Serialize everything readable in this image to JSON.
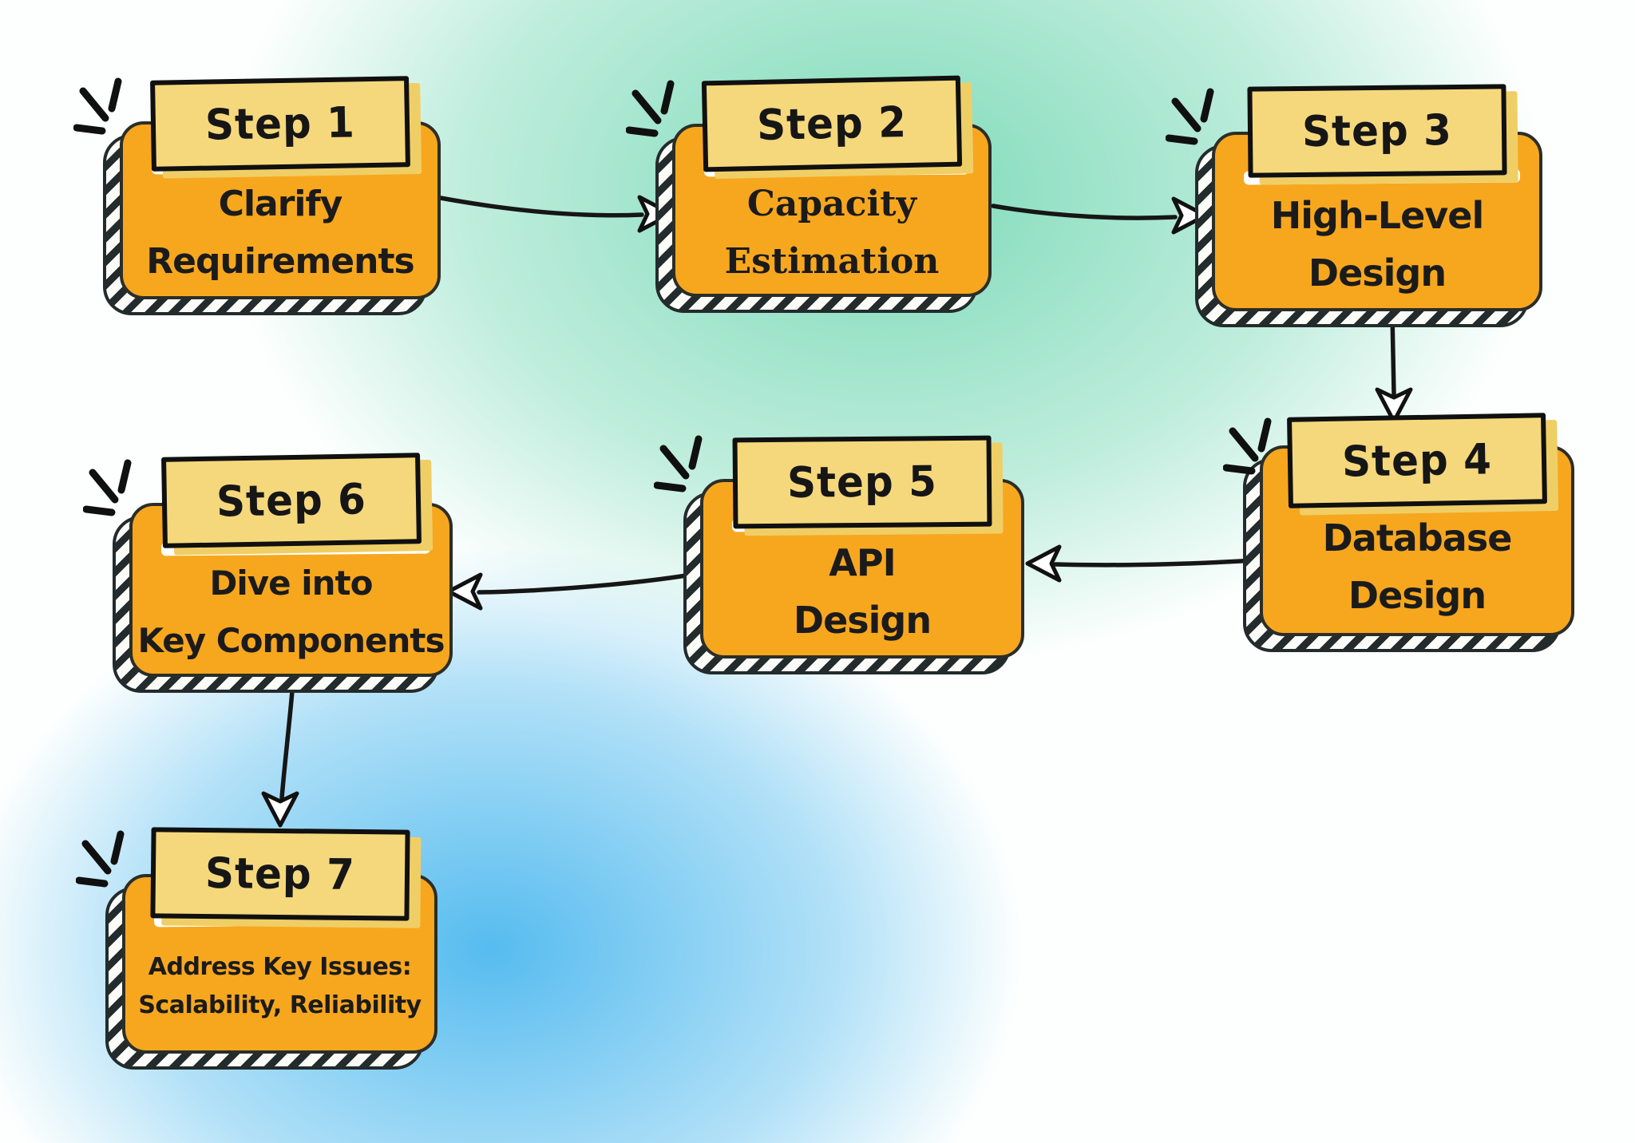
{
  "diagram": {
    "type": "flowchart",
    "steps": [
      {
        "badge": "Step 1",
        "line1": "Clarify",
        "line2": "Requirements"
      },
      {
        "badge": "Step 2",
        "line1": "Capacity",
        "line2": "Estimation"
      },
      {
        "badge": "Step 3",
        "line1": "High-Level",
        "line2": "Design"
      },
      {
        "badge": "Step 4",
        "line1": "Database",
        "line2": "Design"
      },
      {
        "badge": "Step 5",
        "line1": "API",
        "line2": "Design"
      },
      {
        "badge": "Step 6",
        "line1": "Dive into",
        "line2": "Key Components"
      },
      {
        "badge": "Step 7",
        "line1": "Address Key Issues:",
        "line2": "Scalability, Reliability"
      }
    ],
    "connections": [
      {
        "from": "Step 1",
        "to": "Step 2"
      },
      {
        "from": "Step 2",
        "to": "Step 3"
      },
      {
        "from": "Step 3",
        "to": "Step 4"
      },
      {
        "from": "Step 4",
        "to": "Step 5"
      },
      {
        "from": "Step 5",
        "to": "Step 6"
      },
      {
        "from": "Step 6",
        "to": "Step 7"
      }
    ],
    "colors": {
      "card_fill": "#F7A71E",
      "badge_fill": "#F5D87C",
      "badge_glow": "#F0CE66",
      "outline": "#111111",
      "hatch": "#232B2C",
      "text": "#1B1B1B",
      "bg_mint": "#76D8B6",
      "bg_blue": "#48B6EE"
    }
  }
}
